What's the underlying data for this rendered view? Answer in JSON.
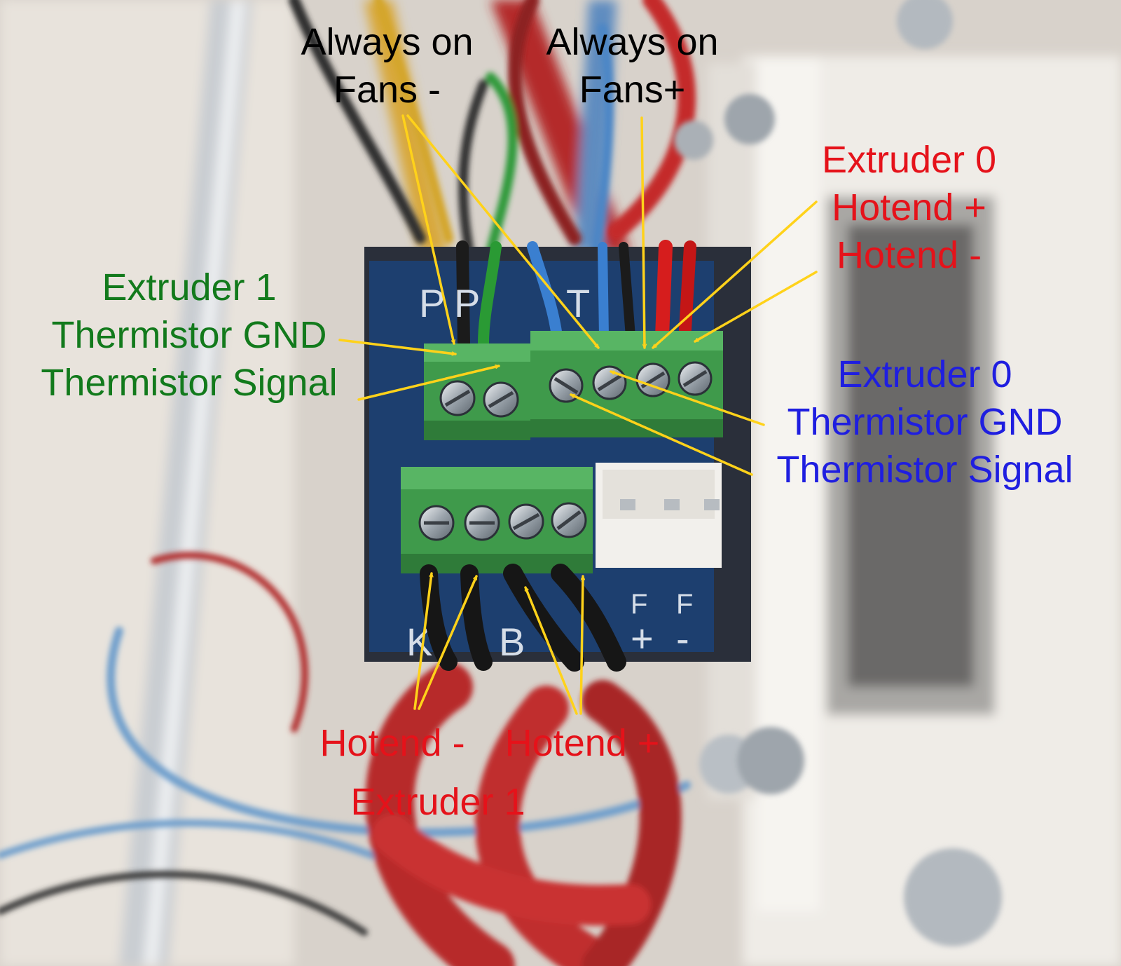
{
  "colors": {
    "fan_label": "#000000",
    "hotend_label": "#e5121a",
    "extruder1_thermistor_label": "#127a1c",
    "extruder0_thermistor_label": "#1f1ee0",
    "arrow": "#ffd21a"
  },
  "labels": {
    "fans_minus": {
      "line1": "Always on",
      "line2": "Fans -"
    },
    "fans_plus": {
      "line1": "Always on",
      "line2": "Fans+"
    },
    "extruder0_hotend": {
      "line1": "Extruder 0",
      "line2": "Hotend +",
      "line3": "Hotend -"
    },
    "extruder1_thermistor": {
      "line1": "Extruder 1",
      "line2": "Thermistor GND",
      "line3": "Thermistor Signal"
    },
    "extruder0_thermistor": {
      "line1": "Extruder 0",
      "line2": "Thermistor GND",
      "line3": "Thermistor Signal"
    },
    "extruder1_hotend": {
      "minus": "Hotend -",
      "plus": "Hotend +",
      "name": "Extruder 1"
    }
  },
  "board": {
    "silkscreen_top": [
      "P",
      "P",
      "T"
    ],
    "silkscreen_bottom": [
      "K",
      "B",
      "+",
      "-"
    ],
    "silkscreen_fan": [
      "F",
      "F"
    ]
  }
}
